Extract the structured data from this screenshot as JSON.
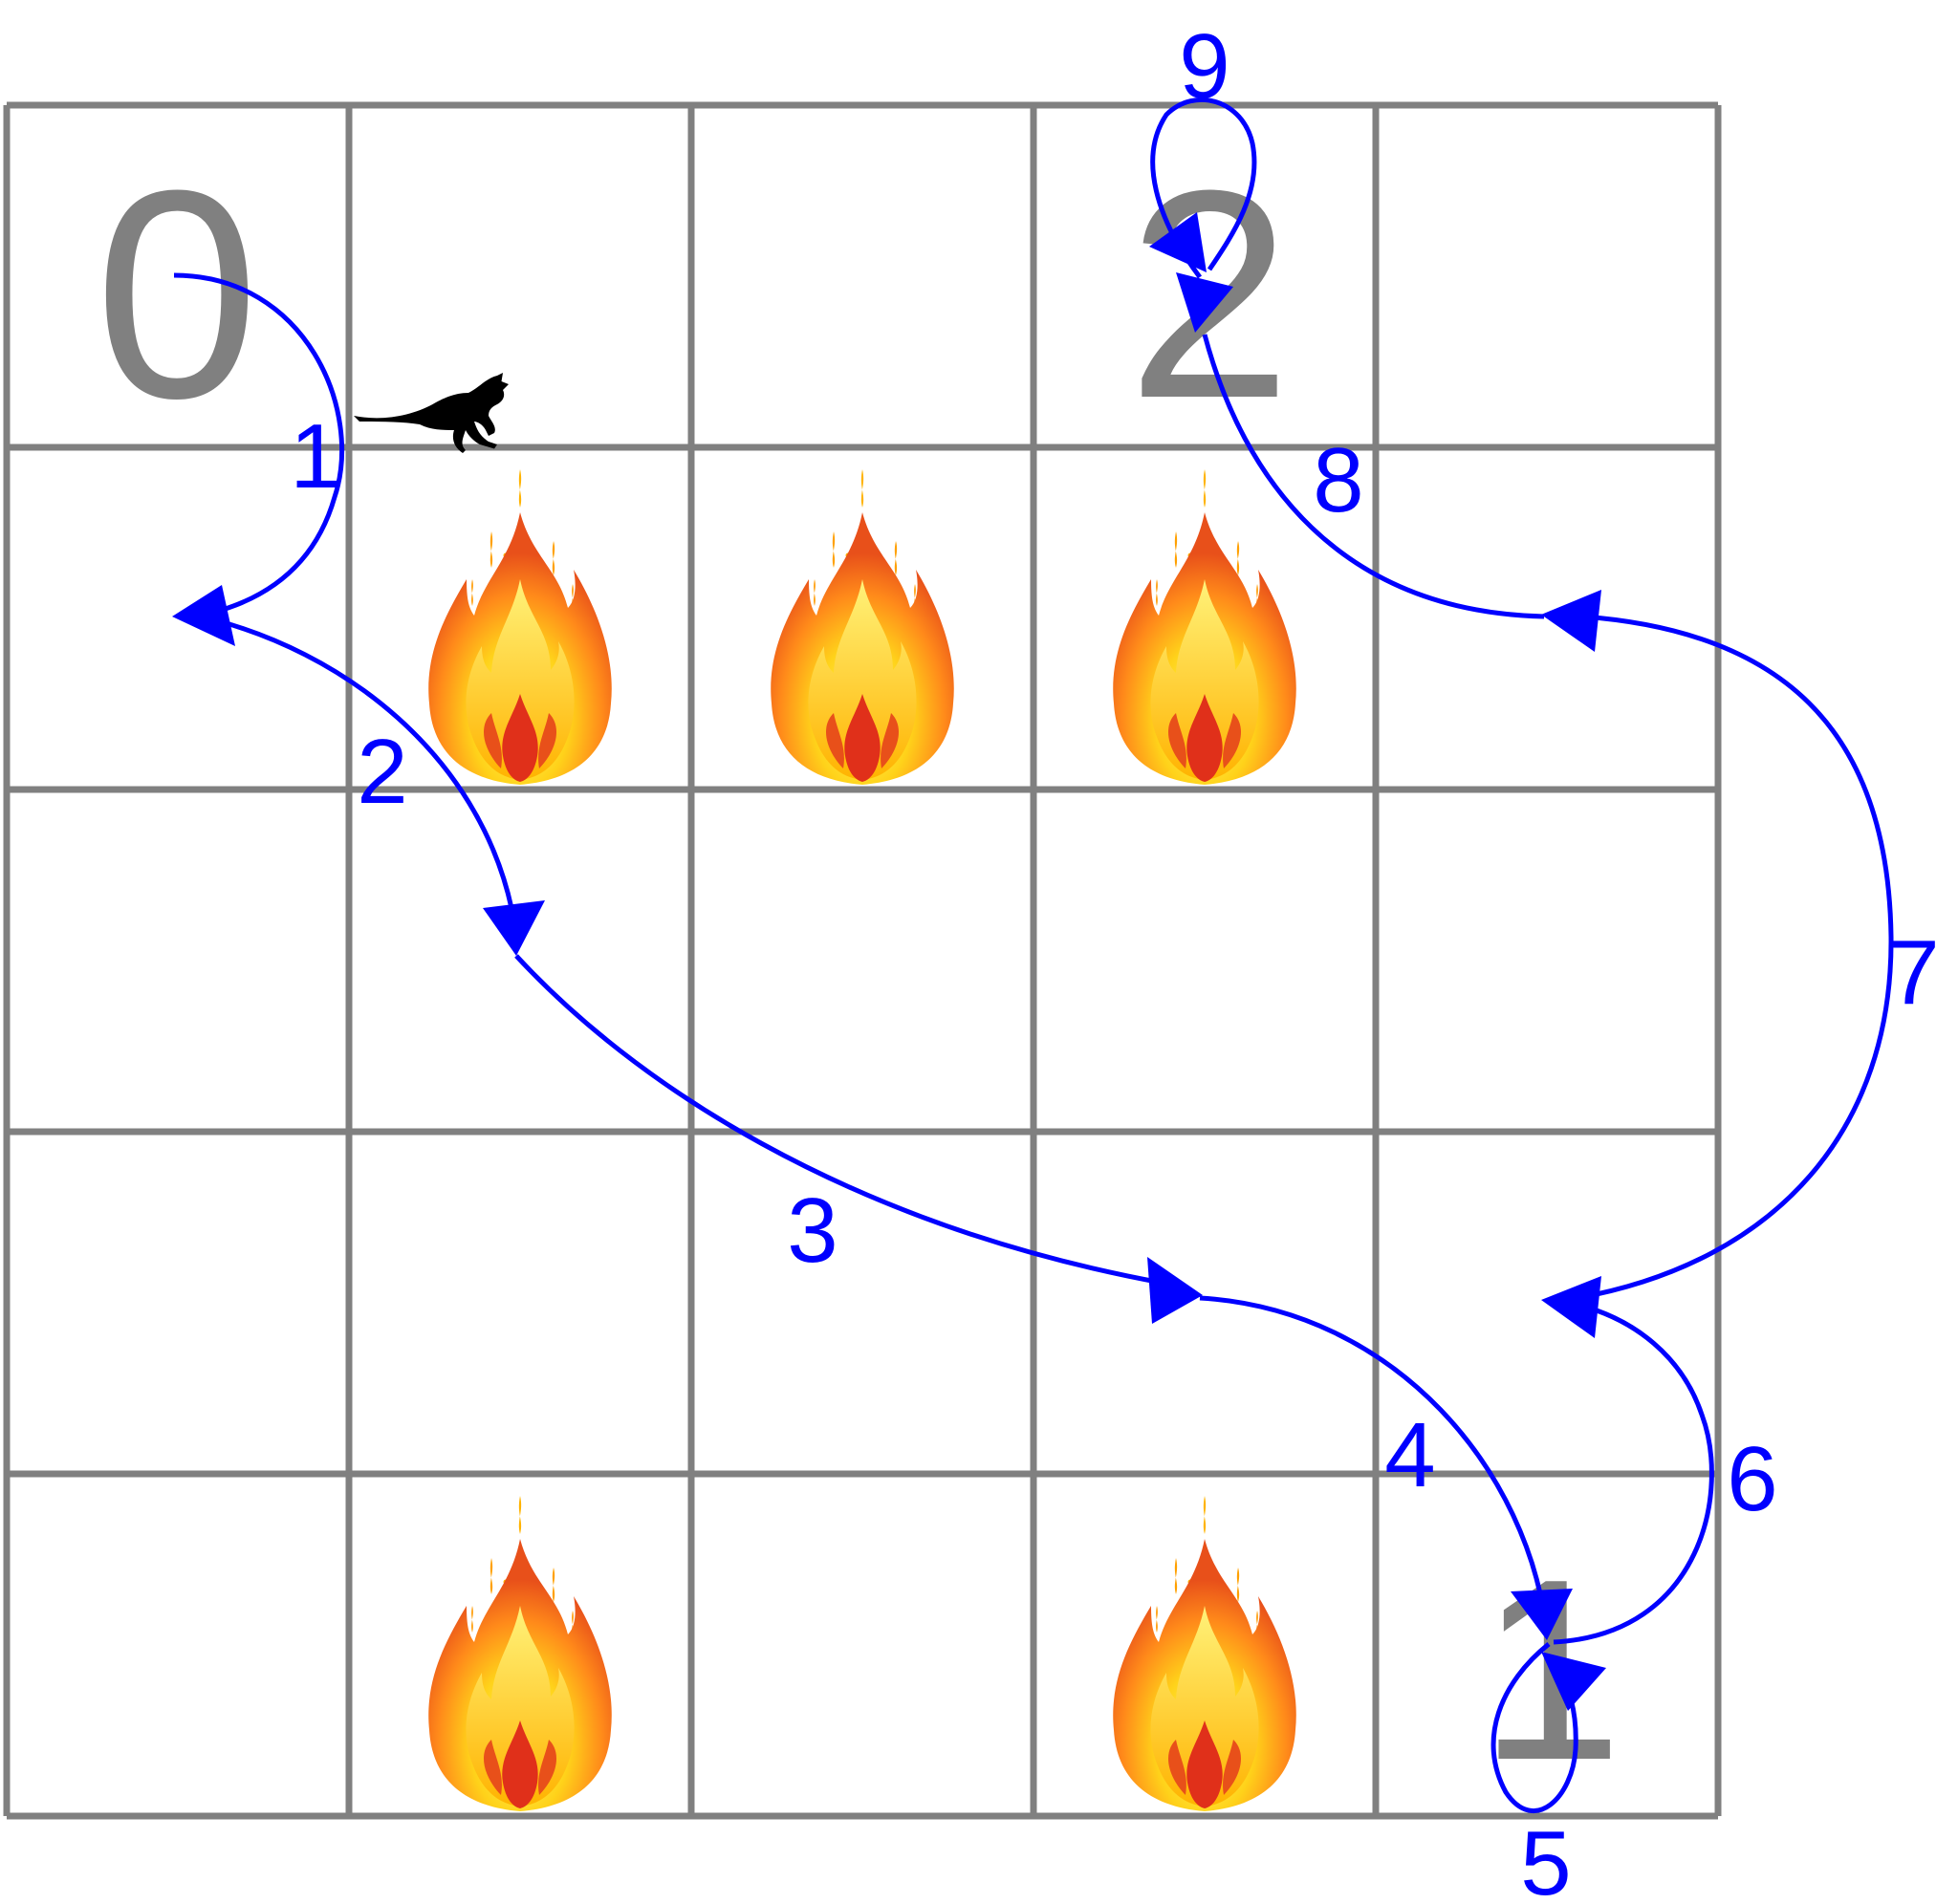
{
  "grid": {
    "rows": 5,
    "cols": 5
  },
  "states": [
    {
      "id": "state-0",
      "label": "0"
    },
    {
      "id": "state-2",
      "label": "2"
    },
    {
      "id": "state-1",
      "label": "1"
    }
  ],
  "fires": [
    {
      "row": 1,
      "col": 1
    },
    {
      "row": 1,
      "col": 2
    },
    {
      "row": 1,
      "col": 3
    },
    {
      "row": 4,
      "col": 1
    },
    {
      "row": 4,
      "col": 3
    }
  ],
  "agent": {
    "icon": "kangaroo-icon"
  },
  "steps": [
    "1",
    "2",
    "3",
    "4",
    "5",
    "6",
    "7",
    "8",
    "9"
  ],
  "colors": {
    "grid": "#808080",
    "path": "#0000ff",
    "state_label": "#808080"
  }
}
